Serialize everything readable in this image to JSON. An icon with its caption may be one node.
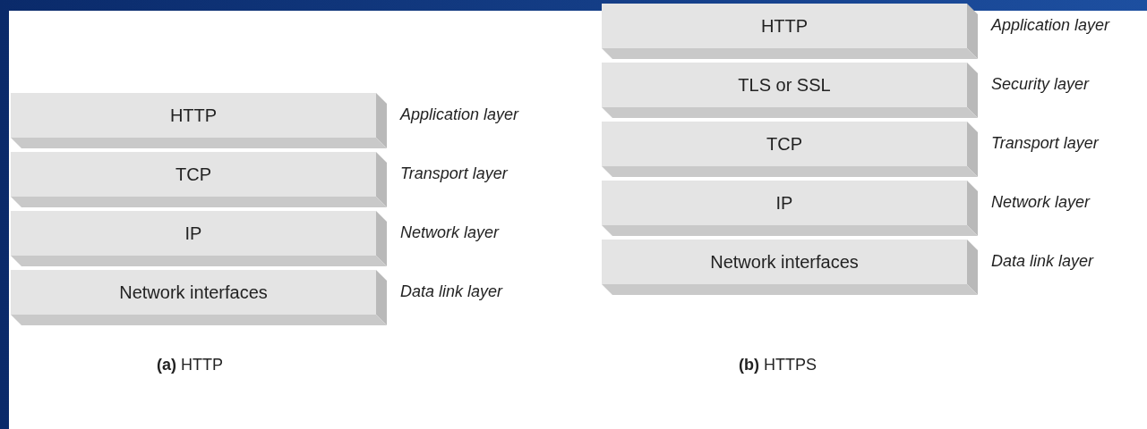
{
  "diagram": {
    "nodes": [
      {
        "text": [
          "HTTP"
        ],
        "beside": [
          "Application layer"
        ]
      },
      {
        "text": [
          "TCP"
        ],
        "beside": [
          "Transport layer"
        ]
      },
      {
        "text": [
          "IP"
        ],
        "beside": [
          "Network layer"
        ]
      },
      {
        "text": [
          "Network interfaces"
        ],
        "beside": [
          "Data link layer"
        ]
      },
      {
        "text": [
          "HTTP"
        ],
        "beside": [
          "Application layer"
        ]
      },
      {
        "text": [
          "TLS or SSL"
        ],
        "beside": [
          "Security layer"
        ]
      },
      {
        "text": [
          "TCP"
        ],
        "beside": [
          "Transport layer"
        ]
      },
      {
        "text": [
          "IP"
        ],
        "beside": [
          "Network layer"
        ]
      },
      {
        "text": [
          "Network interfaces"
        ],
        "beside": [
          "Data link layer"
        ]
      }
    ],
    "labels": [
      "**(a)** HTTP",
      "**(b)** HTTPS"
    ]
  }
}
